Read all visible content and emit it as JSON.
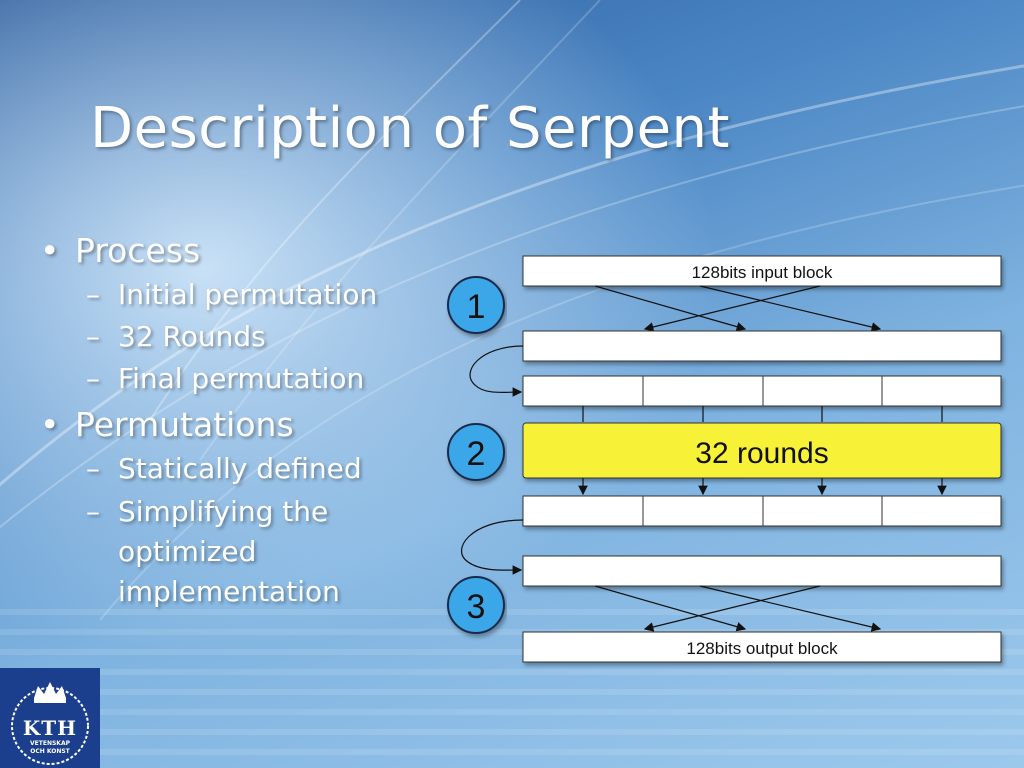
{
  "slide": {
    "title": "Description of Serpent",
    "bullets": [
      {
        "text": "Process",
        "sub": [
          "Initial permutation",
          "32 Rounds",
          "Final permutation"
        ]
      },
      {
        "text": "Permutations",
        "sub": [
          "Statically defined",
          "Simplifying the optimized implementation"
        ]
      }
    ]
  },
  "diagram": {
    "input_label": "128bits input block",
    "rounds_label": "32 rounds",
    "output_label": "128bits output block",
    "step_numbers": [
      "1",
      "2",
      "3"
    ]
  },
  "logo": {
    "name": "KTH",
    "line1": "VETENSKAP",
    "line2": "OCH KONST"
  },
  "colors": {
    "rounds_fill": "#f7f237",
    "step_circle": "#3aa7e8",
    "logo_bg": "#1b3f8c"
  }
}
